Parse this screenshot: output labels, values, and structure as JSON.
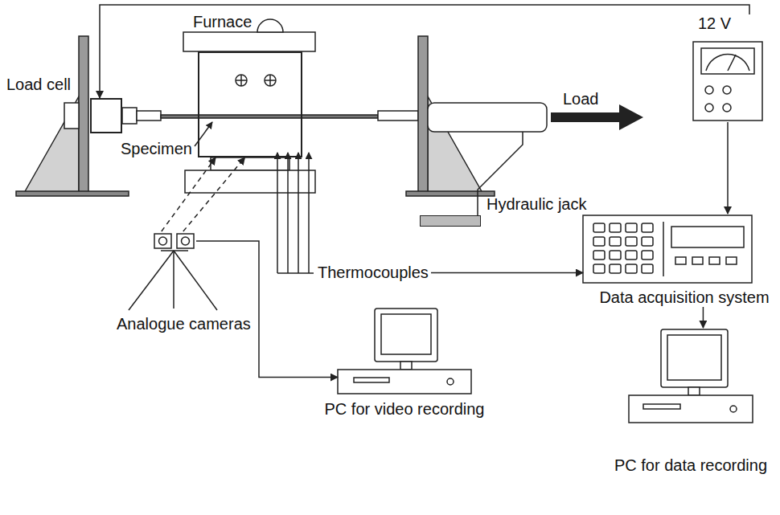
{
  "diagram": {
    "nodes": [
      {
        "text": [
          "Load cell"
        ]
      },
      {
        "text": [
          "Furnace"
        ]
      },
      {
        "text": [
          "12 V"
        ]
      },
      {
        "text": [
          "Hydraulic jack"
        ]
      },
      {
        "text": [
          "Thermocouples"
        ]
      },
      {
        "text": [
          "Data acquisition system"
        ]
      },
      {
        "text": [
          "Analogue cameras"
        ]
      },
      {
        "text": [
          "PC for video recording"
        ]
      },
      {
        "text": [
          "PC for data recording"
        ]
      }
    ],
    "edges": [
      {
        "from": 2,
        "to": 0,
        "arrow": "to"
      },
      {
        "from": 2,
        "to": 5,
        "arrow": "to"
      },
      {
        "from": 4,
        "to": 5,
        "arrow": "to"
      },
      {
        "from": 5,
        "to": 8,
        "arrow": "to"
      },
      {
        "from": 6,
        "to": 7,
        "arrow": "to"
      },
      {
        "from": 6,
        "to": 1,
        "arrow": "to"
      },
      {
        "from": 6,
        "to": 1,
        "arrow": "to"
      }
    ],
    "labels": [
      "Specimen",
      "Load"
    ]
  }
}
